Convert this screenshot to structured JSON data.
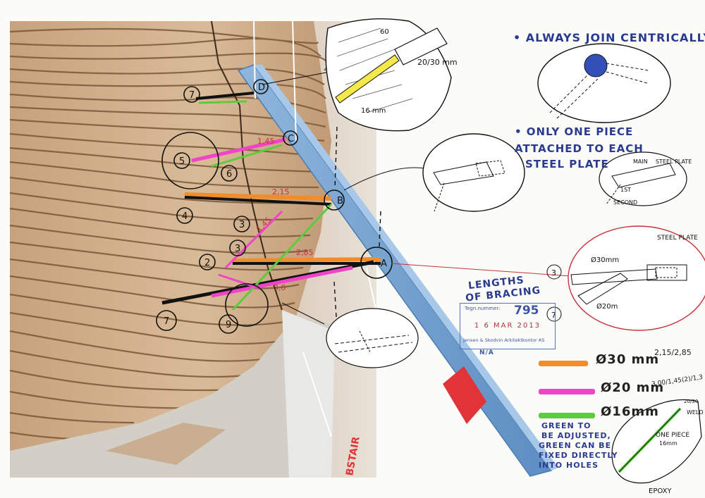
{
  "notes": {
    "always_join": "• ALWAYS JOIN CENTRICALLY",
    "only_one_1": "• ONLY ONE PIECE",
    "only_one_2": "ATTACHED TO EACH",
    "only_one_3": "STEEL PLATE",
    "lengths_1": "LENGTHS",
    "lengths_2": "OF BRACING",
    "green_note": [
      "GREEN TO",
      "BE ADJUSTED,",
      "GREEN CAN BE",
      "FIXED DIRECTLY",
      "INTO HOLES"
    ]
  },
  "detail_top": {
    "dim_60": "60",
    "pipe": "20/30 mm",
    "bar": "16 mm"
  },
  "detail_one_piece": {
    "main": "MAIN",
    "steel_plate": "STEEL PLATE",
    "first": "1ST",
    "second": "SECOND"
  },
  "detail_joint": {
    "steel_plate": "STEEL PLATE",
    "d30": "Ø30mm",
    "d20": "Ø20m",
    "node_3": "3",
    "node_7": "7"
  },
  "detail_epoxy": {
    "one_piece": "ONE PIECE",
    "size": "16mm",
    "weld": "WELD",
    "epoxy": "EPOXY",
    "dim": "20/30"
  },
  "legend": [
    {
      "label": "Ø30 mm",
      "color": "#f08c2a",
      "lengths": "2,15/2,85"
    },
    {
      "label": "Ø20 mm",
      "color": "#f044c8",
      "lengths": "3,00/1,45(2)/1,3"
    },
    {
      "label": "Ø16mm",
      "color": "#5ccc3c",
      "lengths": ""
    }
  ],
  "stamp": {
    "label": "Tegn.nummer:",
    "number": "795",
    "date": "1 6 MAR 2013",
    "firm": "Jensen & Skodvin Arkitektkontor AS",
    "na": "N/A"
  },
  "photo_labels": {
    "nodes": [
      "D",
      "C",
      "B",
      "A"
    ],
    "circles": [
      "7",
      "5",
      "6",
      "4",
      "3",
      "2",
      "3",
      "7",
      "9"
    ],
    "lengths": [
      "1,45",
      "2,15",
      "1,45",
      "2,85",
      "3,0"
    ],
    "stair": "BSTAIR"
  },
  "colors": {
    "orange": "#f08c2a",
    "pink": "#f044c8",
    "green": "#5ccc3c",
    "blue_ink": "#2a3b8f",
    "red_ink": "#c8323c"
  }
}
